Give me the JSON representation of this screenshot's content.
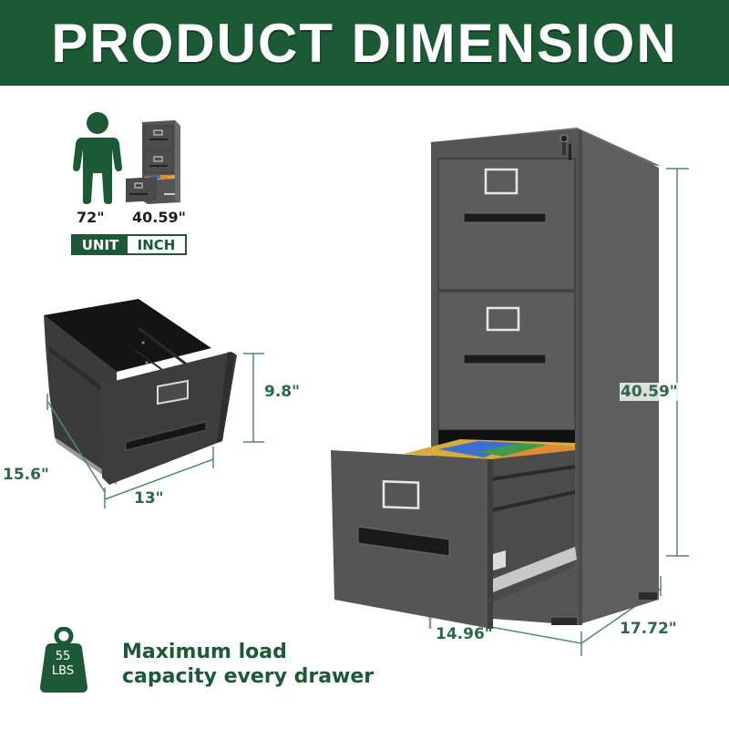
{
  "header": {
    "title": "PRODUCT DIMENSION",
    "background_color": "#1c5a35"
  },
  "scale_comparison": {
    "person_icon": "person-icon",
    "person_height": "72\"",
    "cabinet_icon": "file-cabinet-icon",
    "cabinet_height": "40.59\"",
    "unit_label": "UNIT",
    "unit_value": "INCH"
  },
  "drawer_dimensions": {
    "height": "9.8\"",
    "depth": "15.6\"",
    "width": "13\""
  },
  "cabinet_dimensions": {
    "height": "40.59\"",
    "width": "14.96\"",
    "depth": "17.72\""
  },
  "load_capacity": {
    "icon": "weight-icon",
    "weight_value": "55",
    "weight_unit": "LBS",
    "line1": "Maximum load",
    "line2": "capacity every drawer"
  },
  "colors": {
    "accent_green": "#1c5a35",
    "dimension_line": "#4f8a68",
    "cabinet_gray": "#5a5a5a",
    "folders": [
      "#e0b23a",
      "#3b6fd0",
      "#3e9a4a",
      "#e28b34"
    ]
  }
}
